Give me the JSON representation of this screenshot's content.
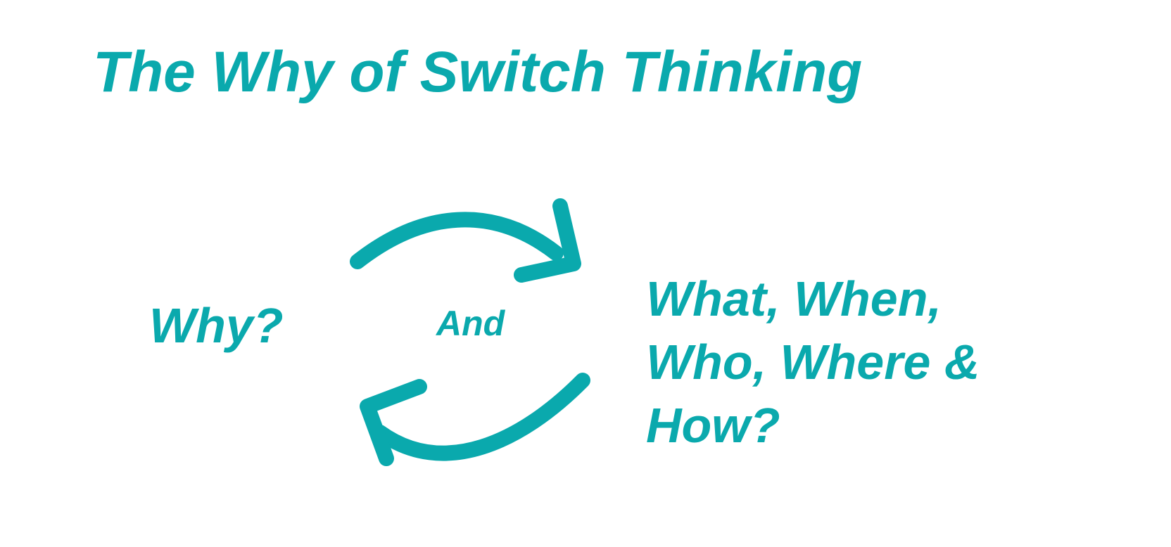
{
  "colors": {
    "accent": "#0aa9ad",
    "background": "#ffffff"
  },
  "diagram": {
    "title": "The Why of Switch Thinking",
    "left_label": "Why?",
    "center_label": "And",
    "right_label_lines": [
      "What, When,",
      "Who, Where &",
      "How?"
    ],
    "icons": {
      "top_arrow": "curved-arrow-right-icon",
      "bottom_arrow": "curved-arrow-left-icon"
    }
  }
}
